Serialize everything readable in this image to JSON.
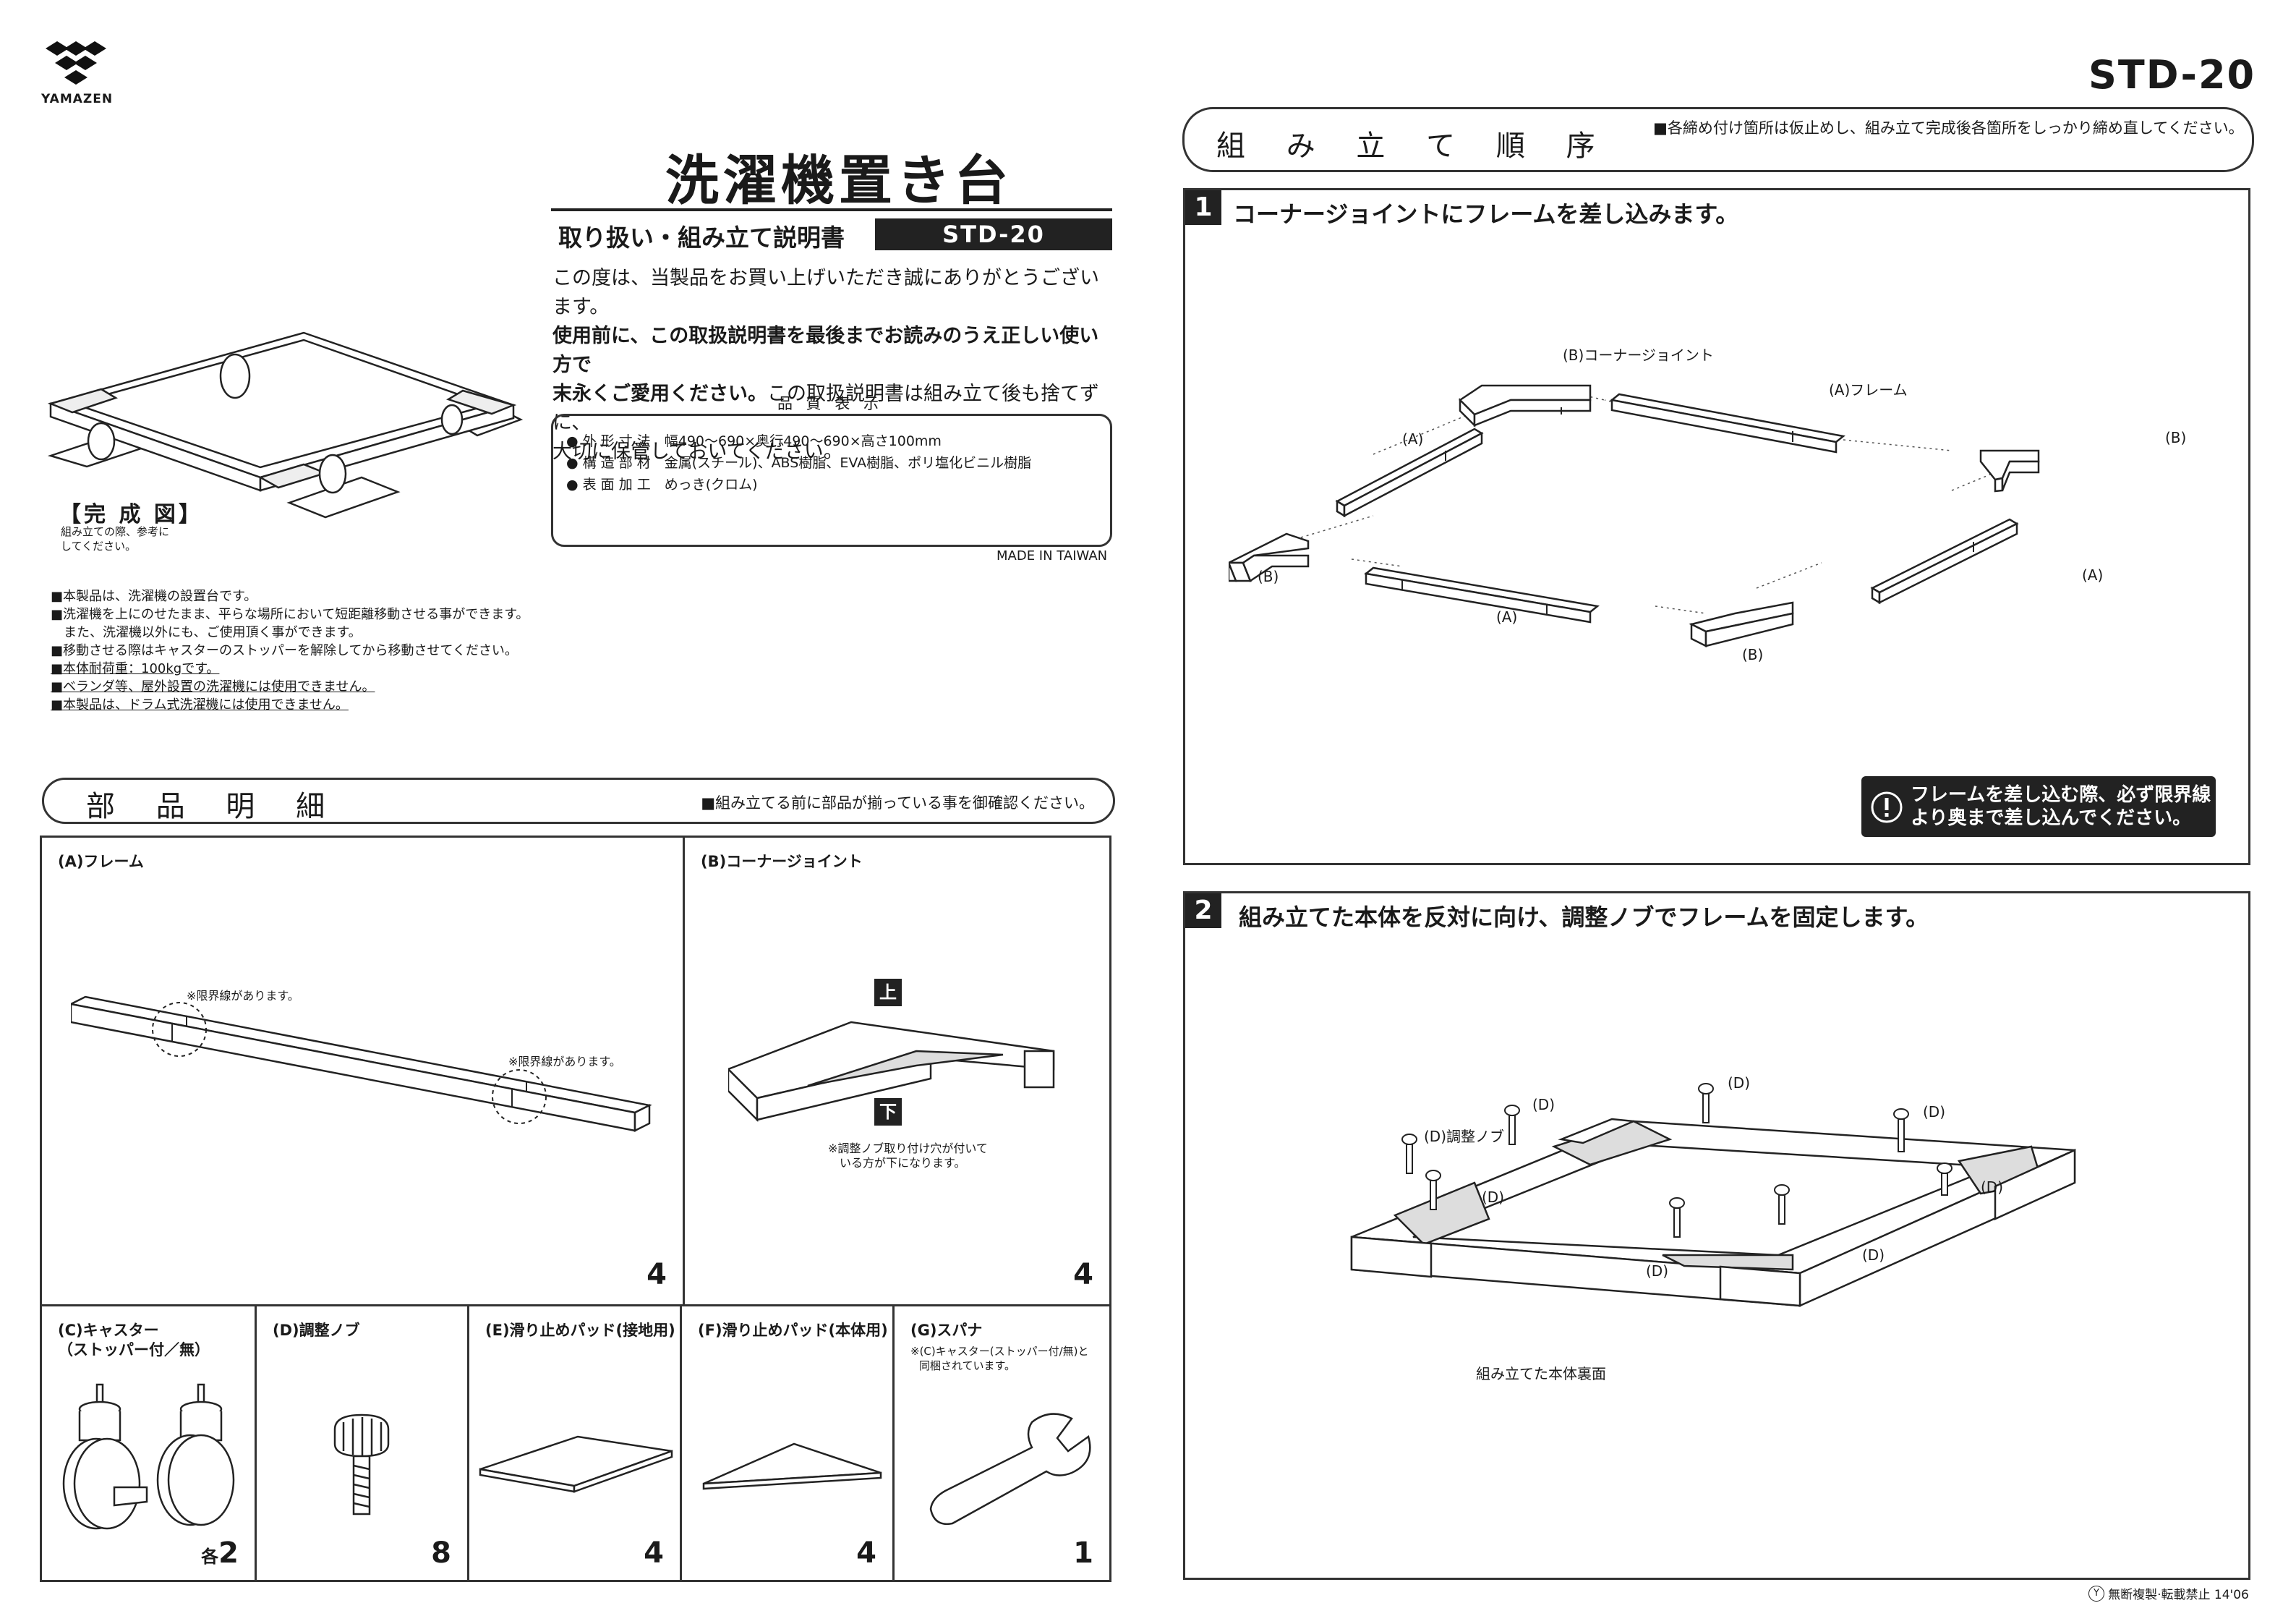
{
  "brand": {
    "name": "YAMAZEN"
  },
  "model_top": "STD-20",
  "title": "洗濯機置き台",
  "subtitle": "取り扱い・組み立て説明書",
  "model_badge": "STD-20",
  "intro": {
    "l1": "この度は、当製品をお買い上げいただき誠にありがとうございます。",
    "l2": "使用前に、この取扱説明書を最後までお読みのうえ正しい使い方で",
    "l3a": "末永くご愛用ください。",
    "l3b": "この取扱説明書は組み立て後も捨てずに、",
    "l4": "大切に保管しておいてください。"
  },
  "quality": {
    "heading": "品 質 表 示",
    "lines": [
      "● 外 形 寸 法　幅490〜690×奥行490〜690×高さ100mm",
      "● 構 造 部 材　金属(スチール)、ABS樹脂、EVA樹脂、ポリ塩化ビニル樹脂",
      "● 表 面 加 工　めっき(クロム)"
    ],
    "made_in": "MADE IN TAIWAN"
  },
  "completed": {
    "label": "【完 成 図】",
    "note1": "組み立ての際、参考に",
    "note2": "してください。"
  },
  "notes": [
    "■本製品は、洗濯機の設置台です。",
    "■洗濯機を上にのせたまま、平らな場所において短距離移動させる事ができます。",
    "　また、洗濯機以外にも、ご使用頂く事ができます。",
    "■移動させる際はキャスターのストッパーを解除してから移動させてください。",
    "■本体耐荷重：100kgです。",
    "■ベランダ等、屋外設置の洗濯機には使用できません。",
    "■本製品は、ドラム式洗濯機には使用できません。"
  ],
  "parts": {
    "heading": "部 品 明 細",
    "note": "■組み立てる前に部品が揃っている事を御確認ください。",
    "frame": {
      "label": "(A)フレーム",
      "mark": "※限界線があります。",
      "qty": "4"
    },
    "joint": {
      "label": "(B)コーナージョイント",
      "top": "上",
      "bottom": "下",
      "note1": "※調整ノブ取り付け穴が付いて",
      "note2": "いる方が下になります。",
      "qty": "4"
    },
    "caster": {
      "label1": "(C)キャスター",
      "label2": "（ストッパー付／無）",
      "qty_prefix": "各",
      "qty": "2"
    },
    "knob": {
      "label": "(D)調整ノブ",
      "qty": "8"
    },
    "pad_floor": {
      "label": "(E)滑り止めパッド(接地用)",
      "qty": "4"
    },
    "pad_body": {
      "label": "(F)滑り止めパッド(本体用)",
      "qty": "4"
    },
    "spanner": {
      "label": "(G)スパナ",
      "note1": "※(C)キャスター(ストッパー付/無)と",
      "note2": "同梱されています。",
      "qty": "1"
    }
  },
  "assembly": {
    "heading": "組 み 立 て 順 序",
    "note": "■各締め付け箇所は仮止めし、組み立て完成後各箇所をしっかり締め直してください。",
    "step1": {
      "num": "1",
      "text": "コーナージョイントにフレームを差し込みます。",
      "label_joint": "(B)コーナージョイント",
      "label_frame": "(A)フレーム",
      "a": "(A)",
      "b": "(B)",
      "warn1": "フレームを差し込む際、必ず限界線",
      "warn2": "より奥まで差し込んでください。"
    },
    "step2": {
      "num": "2",
      "text": "組み立てた本体を反対に向け、調整ノブでフレームを固定します。",
      "knob_label": "(D)調整ノブ",
      "d": "(D)",
      "underside": "組み立てた本体裏面"
    }
  },
  "footer": {
    "text": "無断複製·転載禁止 14'06"
  },
  "colors": {
    "ink": "#1a1a1a",
    "badge": "#222222"
  }
}
